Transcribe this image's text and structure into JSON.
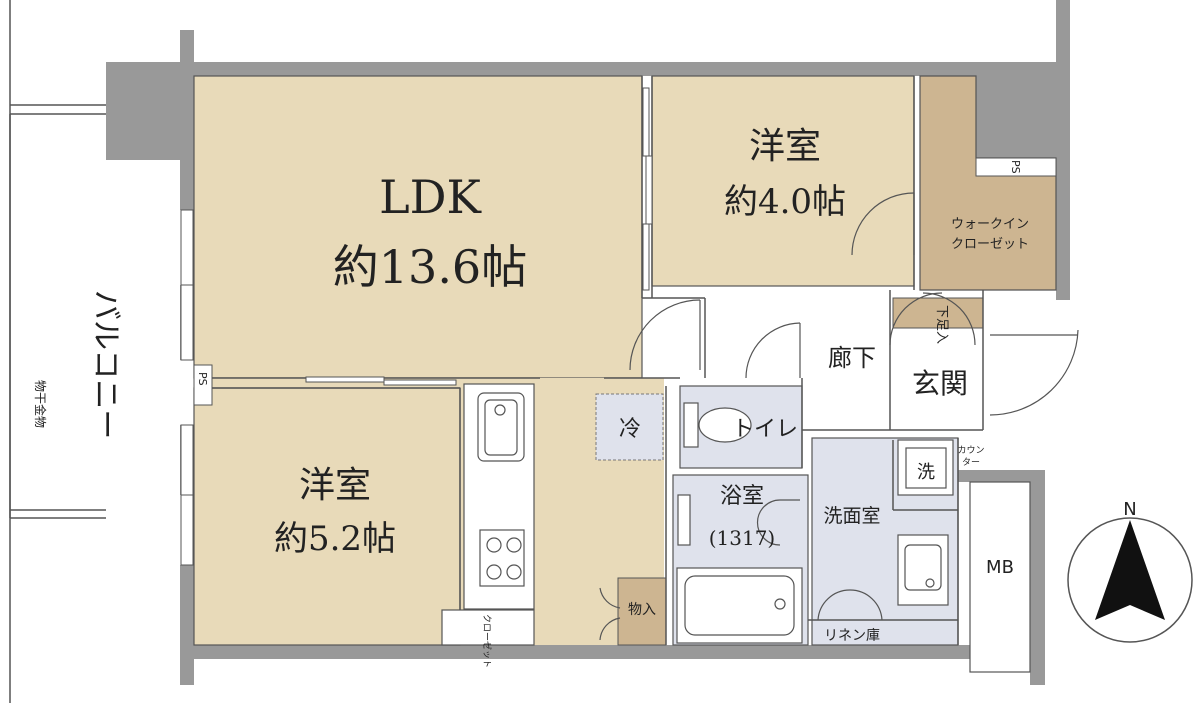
{
  "rooms": {
    "ldk_name": "LDK",
    "ldk_size": "約13.6帖",
    "western1_name": "洋室",
    "western1_size": "約4.0帖",
    "western2_name": "洋室",
    "western2_size": "約5.2帖",
    "walkin_line1": "ウォークイン",
    "walkin_line2": "クローゼット",
    "hallway": "廊下",
    "entrance": "玄関",
    "bathroom": "浴室",
    "bathroom_size": "(1317)",
    "toilet": "トイレ",
    "washroom": "洗面室",
    "linen": "リネン庫",
    "storage": "物入",
    "shoe_box": "下足入",
    "fridge": "冷",
    "washer": "洗",
    "counter_line1": "カウン",
    "counter_line2": "ター",
    "mb": "MB",
    "ps_top": "PS",
    "ps_left": "PS",
    "closet_small": "クローゼット",
    "balcony": "バルコニー",
    "clothes_hanger": "物干金物",
    "compass_north": "N"
  },
  "colors": {
    "ldk_fill": "#e8dab9",
    "closet_fill": "#cdb591",
    "wet_fill": "#dfe2ec",
    "wall": "#999999"
  }
}
